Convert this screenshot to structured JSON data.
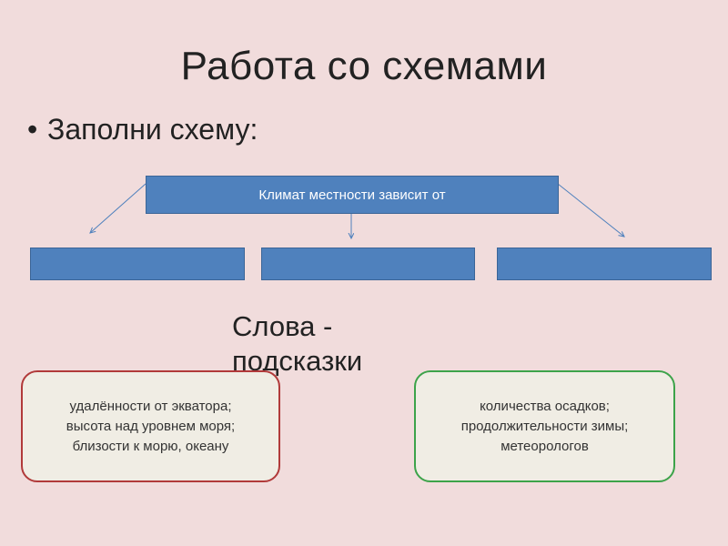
{
  "title": "Работа со схемами",
  "bullet": {
    "symbol": "•",
    "text": "Заполни схему:"
  },
  "scheme": {
    "main_label": "Климат  местности зависит от",
    "sub_boxes": [
      "",
      "",
      ""
    ],
    "box_color": "#4f81bd"
  },
  "hints": {
    "title_line1": "Слова -",
    "title_line2": "подсказки",
    "left_box": "удалённости от экватора;\nвысота над уровнем моря;\nблизости к морю, океану",
    "right_box": "количества осадков;\nпродолжительности зимы;\nметеорологов",
    "left_border_color": "#b13a3a",
    "right_border_color": "#3da34a"
  }
}
